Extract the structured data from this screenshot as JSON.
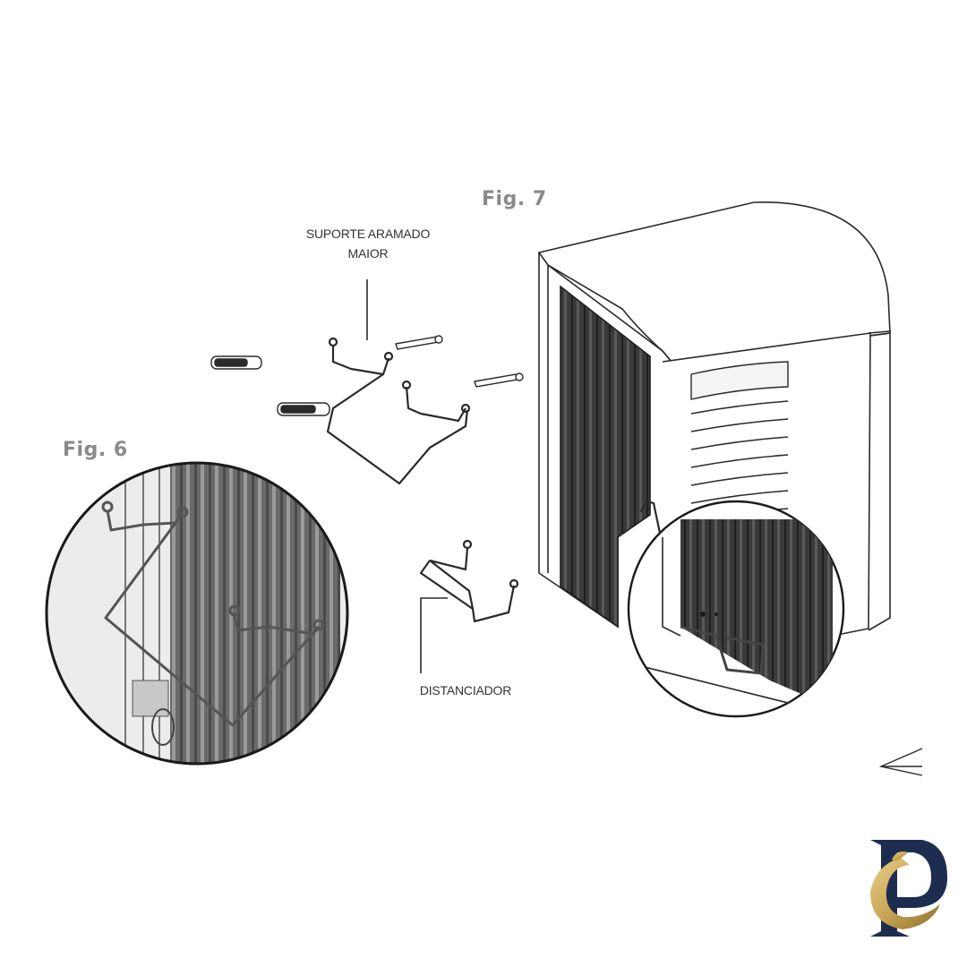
{
  "figures": {
    "fig7_label": "Fig. 7",
    "fig6_label": "Fig. 6"
  },
  "callouts": {
    "suporte_line1": "SUPORTE ARAMADO",
    "suporte_line2": "MAIOR",
    "distanciador": "DISTANCIADOR"
  },
  "colors": {
    "line": "#2a2a2a",
    "coil": "#3a3a3a",
    "label_gray": "#8a8a8a",
    "logo_navy": "#1d2d50",
    "logo_gold": "#c9a654"
  },
  "icons": {
    "logo": "cp-monogram-logo",
    "direction": "arrow-icon"
  }
}
